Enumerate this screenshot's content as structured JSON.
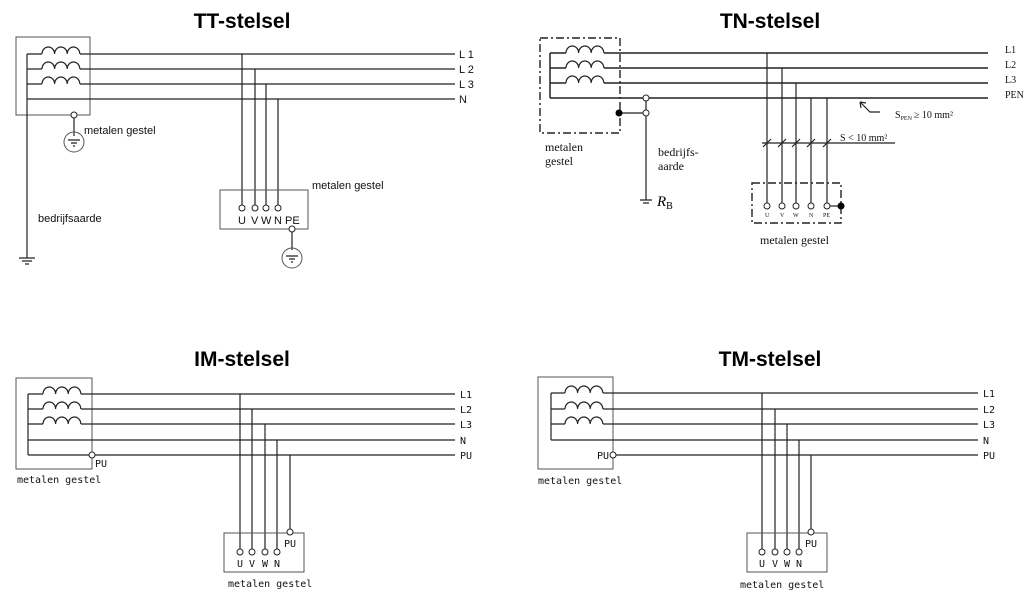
{
  "tt": {
    "title": "TT-stelsel",
    "lines": [
      "L 1",
      "L 2",
      "L 3",
      "N"
    ],
    "frame_label": "metalen gestel",
    "earth_label": "bedrijfsaarde",
    "load_label": "metalen gestel",
    "terminals": [
      "U",
      "V",
      "W",
      "N",
      "PE"
    ]
  },
  "tn": {
    "title": "TN-stelsel",
    "lines": [
      "L1",
      "L2",
      "L3",
      "PEN"
    ],
    "frame_label_1": "metalen",
    "frame_label_2": "gestel",
    "earth_label_1": "bedrijfs-",
    "earth_label_2": "aarde",
    "resistor_label": "R",
    "resistor_sub": "B",
    "pen_note_s": "S",
    "pen_note_sub": "PEN",
    "pen_note_rest": "≥ 10 mm²",
    "small_note": "S < 10 mm²",
    "load_label": "metalen gestel",
    "terminals": [
      "U",
      "V",
      "W",
      "N",
      "PE"
    ]
  },
  "im": {
    "title": "IM-stelsel",
    "lines": [
      "L1",
      "L2",
      "L3",
      "N",
      "PU"
    ],
    "frame_pu": "PU",
    "frame_label": "metalen gestel",
    "load_pu": "PU",
    "load_label": "metalen gestel",
    "terminals": [
      "U",
      "V",
      "W",
      "N"
    ]
  },
  "tm": {
    "title": "TM-stelsel",
    "lines": [
      "L1",
      "L2",
      "L3",
      "N",
      "PU"
    ],
    "frame_pu": "PU",
    "frame_label": "metalen gestel",
    "load_pu": "PU",
    "load_label": "metalen gestel",
    "terminals": [
      "U",
      "V",
      "W",
      "N"
    ]
  }
}
